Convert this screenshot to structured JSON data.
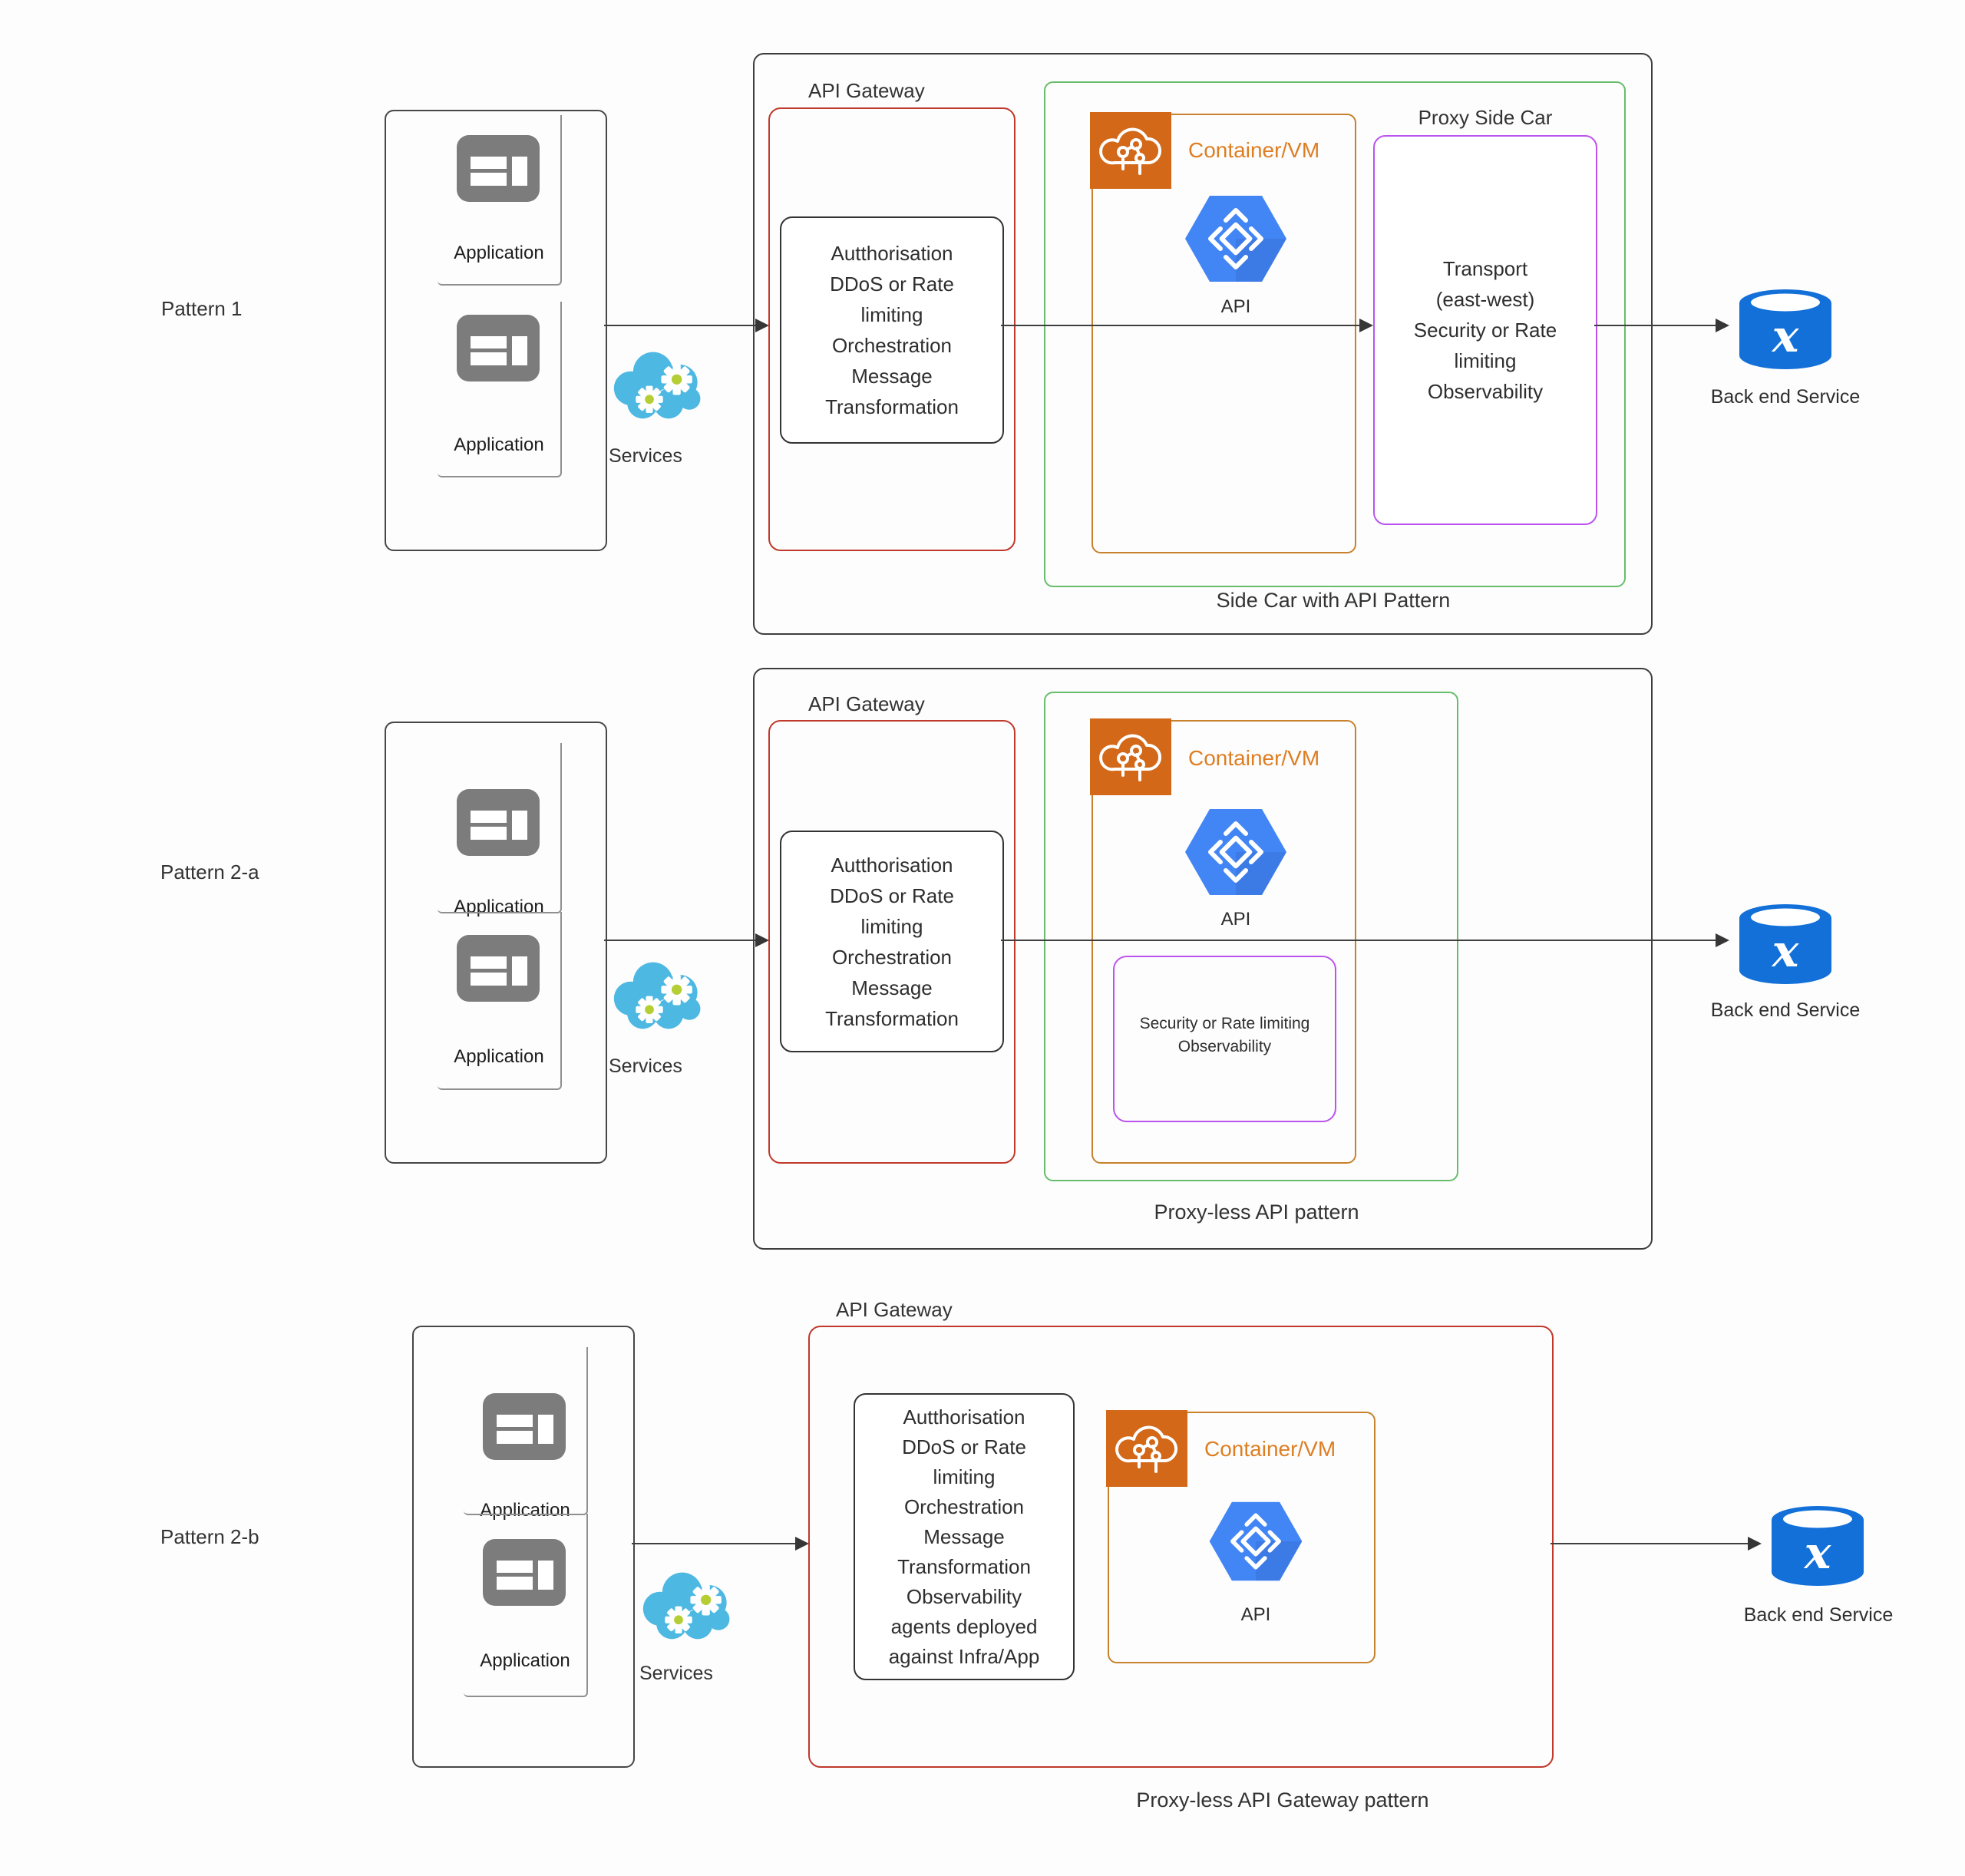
{
  "shared": {
    "application_label": "Application",
    "services_label": "Services",
    "api_gateway_label": "API Gateway",
    "container_vm_label": "Container/VM",
    "api_label": "API",
    "backend_service_label": "Back end Service"
  },
  "pattern1": {
    "name": "Pattern 1",
    "caption": "Side Car with API Pattern",
    "gateway_functions": [
      "Autthorisation",
      "DDoS or Rate",
      "limiting",
      "Orchestration",
      "Message",
      "Transformation"
    ],
    "proxy_side_car": {
      "label": "Proxy Side Car",
      "functions": [
        "Transport",
        "(east-west)",
        "Security or Rate",
        "limiting",
        "Observability"
      ]
    }
  },
  "pattern2a": {
    "name": "Pattern 2-a",
    "caption": "Proxy-less API pattern",
    "gateway_functions": [
      "Autthorisation",
      "DDoS or Rate",
      "limiting",
      "Orchestration",
      "Message",
      "Transformation"
    ],
    "security_box_lines": [
      "Security or Rate limiting",
      "Observability"
    ]
  },
  "pattern2b": {
    "name": "Pattern 2-b",
    "caption": "Proxy-less API Gateway pattern",
    "gateway_functions": [
      "Autthorisation",
      "DDoS or Rate",
      "limiting",
      "Orchestration",
      "Message",
      "Transformation",
      "Observability",
      "agents deployed",
      "against Infra/App"
    ]
  },
  "icons": {
    "application": "application-window-icon",
    "services": "services-cloud-gears-icon",
    "container_vm": "container-cloud-icon",
    "api": "api-hexagon-icon",
    "backend": "backend-database-cylinder-icon"
  },
  "colors": {
    "api_gateway_border": "#c0392b",
    "container_group_border": "#67bd6b",
    "container_vm_border": "#c8812c",
    "container_vm_icon_bg": "#d26818",
    "container_vm_text": "#dd7e23",
    "proxy_border": "#bb53ee",
    "api_hexagon_blue": "#4285f4",
    "backend_blue": "#1270d8",
    "services_cloud_blue": "#4db8e2",
    "gear_center_green": "#b5ce33"
  }
}
